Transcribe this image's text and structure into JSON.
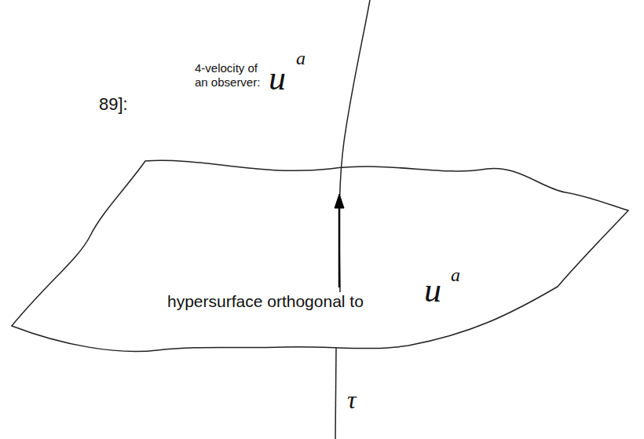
{
  "diagram": {
    "nodes": [
      {
        "text": [
          "hypersurface orthogonal to",
          "u",
          "a"
        ]
      }
    ],
    "labels": [
      "4-velocity of an observer:",
      "u",
      "a",
      "τ",
      "89]:"
    ]
  }
}
